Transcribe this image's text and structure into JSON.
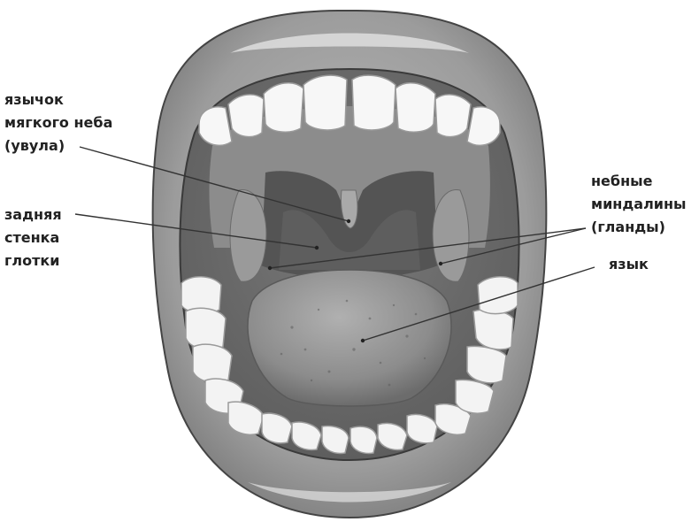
{
  "labels": {
    "uvula": [
      "язычок",
      "мягкого неба",
      "(увула)"
    ],
    "pharynx_wall": [
      "задняя",
      "стенка",
      "глотки"
    ],
    "tonsils": [
      "небные",
      "миндалины",
      "(гланды)"
    ],
    "tongue": [
      "язык"
    ]
  },
  "colors": {
    "lips": "#9a9a9a",
    "lip_highlight": "#d9d9d9",
    "mouth_cavity": "#6e6e6e",
    "throat": "#565656",
    "teeth": "#f6f6f6",
    "tongue": "#8a8a8a",
    "line": "#333333"
  }
}
